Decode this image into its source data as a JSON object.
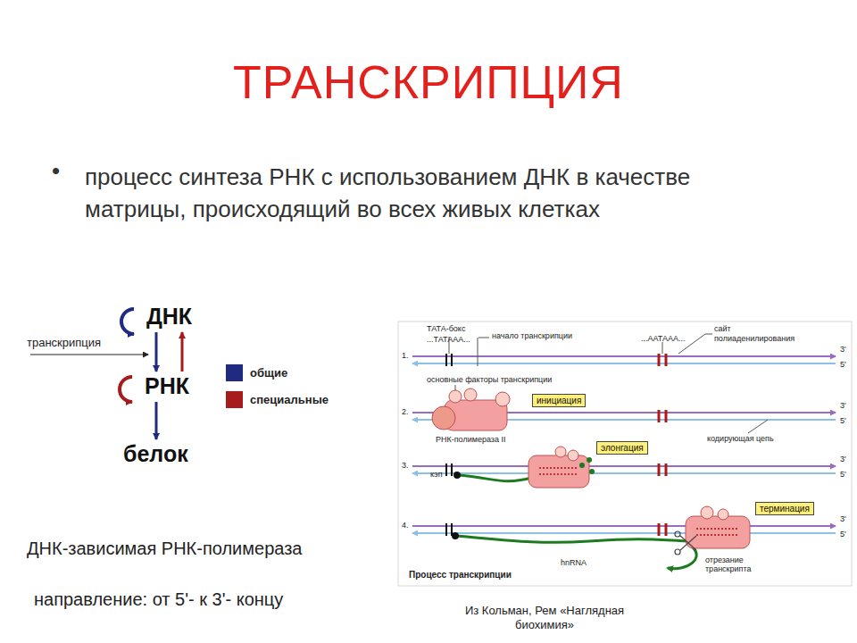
{
  "diagram": {
    "title": "ТРАНСКРИПЦИЯ",
    "nodes": [
      {
        "text": [
          "ДНК"
        ]
      },
      {
        "text": [
          "РНК"
        ]
      },
      {
        "text": [
          "белок"
        ]
      },
      {
        "text": [
          "инициация"
        ]
      },
      {
        "text": [
          "элонгация"
        ]
      },
      {
        "text": [
          "терминация"
        ]
      }
    ],
    "edges": [
      {
        "from": 0,
        "to": 1,
        "arrow": "to"
      },
      {
        "from": 1,
        "to": 0,
        "arrow": "to"
      },
      {
        "from": 1,
        "to": 2,
        "arrow": "to"
      }
    ],
    "labels": [
      "•",
      "процесс синтеза РНК с использованием ДНК в качестве матрицы, происходящий во всех живых клетках",
      "транскрипция",
      "ДНК-зависимая РНК-полимераза",
      "направление: от 5'- к 3'- концу",
      "Из Кольман, Рем «Наглядная биохимия»",
      "ТАТА-бокс",
      "...ТАТААА...",
      "начало транскрипции",
      "...ААТААА...",
      "сайт полиаденилирования",
      "1.",
      "2.",
      "3.",
      "4.",
      "3'",
      "5'",
      "3'",
      "5'",
      "3'",
      "5'",
      "3'",
      "5'",
      "основные факторы транскрипции",
      "РНК-полимераза II",
      "кодирующая цепь",
      "кэп",
      "hnRNA",
      "отрезание транскрипта",
      "Процесс транскрипции"
    ],
    "legend": [
      {
        "text": "общие",
        "color": "#1f2a80"
      },
      {
        "text": "специальные",
        "color": "#a61c1c"
      }
    ]
  }
}
